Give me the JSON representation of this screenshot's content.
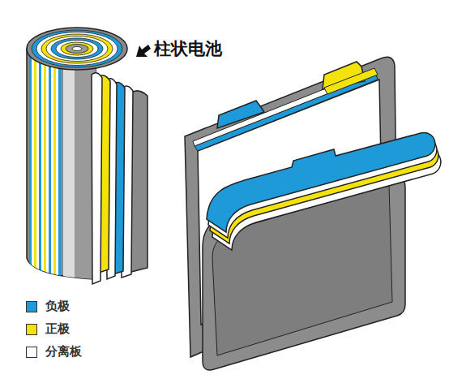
{
  "diagram": {
    "labels": [
      "柱状电池"
    ],
    "legend": [
      {
        "text": "负极",
        "color": "#1e9ad8"
      },
      {
        "text": "正极",
        "color": "#f4e30a"
      },
      {
        "text": "分离板",
        "color": "#ffffff"
      }
    ]
  }
}
